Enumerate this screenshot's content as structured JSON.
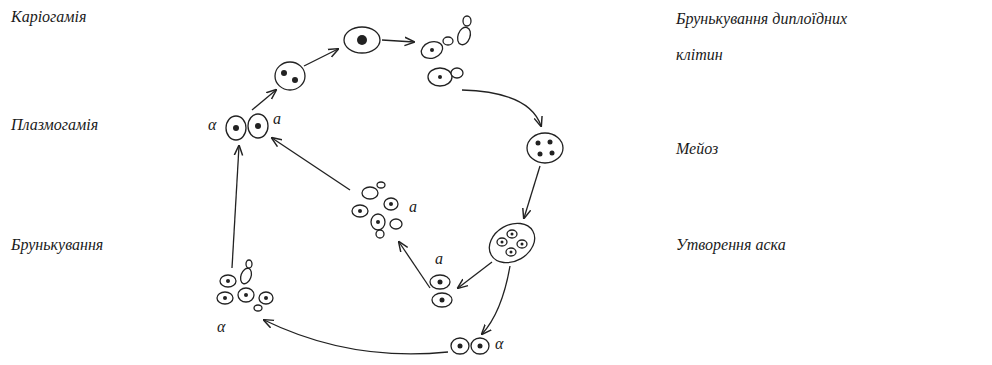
{
  "diagram": {
    "labels": [
      "Каріогамія",
      "Брунькування диплоїдних клітин",
      "Плазмогамія",
      "Мейоз",
      "Брунькування",
      "Утворення аска",
      "α",
      "a",
      "a",
      "a",
      "α",
      "α"
    ]
  }
}
